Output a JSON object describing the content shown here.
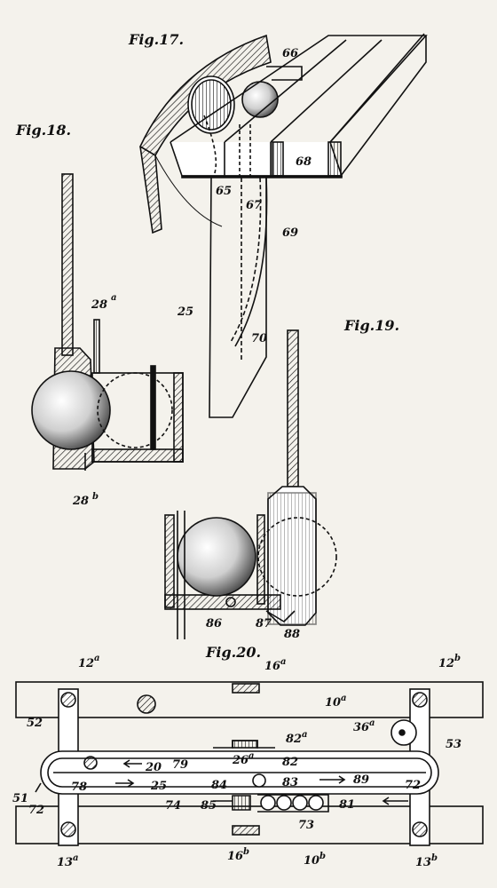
{
  "figures": {
    "fig17": "Fig.17.",
    "fig18": "Fig.18.",
    "fig19": "Fig.19.",
    "fig20": "Fig.20."
  },
  "labels": {
    "l66": "66",
    "l65": "65",
    "l67": "67",
    "l68": "68",
    "l69": "69",
    "l25a": "25",
    "l70": "70",
    "l28": "28",
    "l28a_sup": "a",
    "l28b_sup": "b",
    "l86": "86",
    "l87": "87",
    "l88": "88",
    "l12": "12",
    "l12a_sup": "a",
    "l12b_sup": "b",
    "l16": "16",
    "l16a_sup": "a",
    "l16b_sup": "b",
    "l10": "10",
    "l10a_sup": "a",
    "l10b_sup": "b",
    "l13": "13",
    "l13a_sup": "a",
    "l13b_sup": "b",
    "l36": "36",
    "l36a_sup": "a",
    "l82": "82",
    "l82a_sup": "a",
    "l26": "26",
    "l26a_sup": "a",
    "l52": "52",
    "l53": "53",
    "l51": "51",
    "l72a": "72",
    "l72b": "72",
    "l78": "78",
    "l25b": "25",
    "l79": "79",
    "l20": "20",
    "l84": "84",
    "l83": "83",
    "l89": "89",
    "l85": "85",
    "l81": "81",
    "l74": "74",
    "l73": "73",
    "l82b": "82"
  }
}
